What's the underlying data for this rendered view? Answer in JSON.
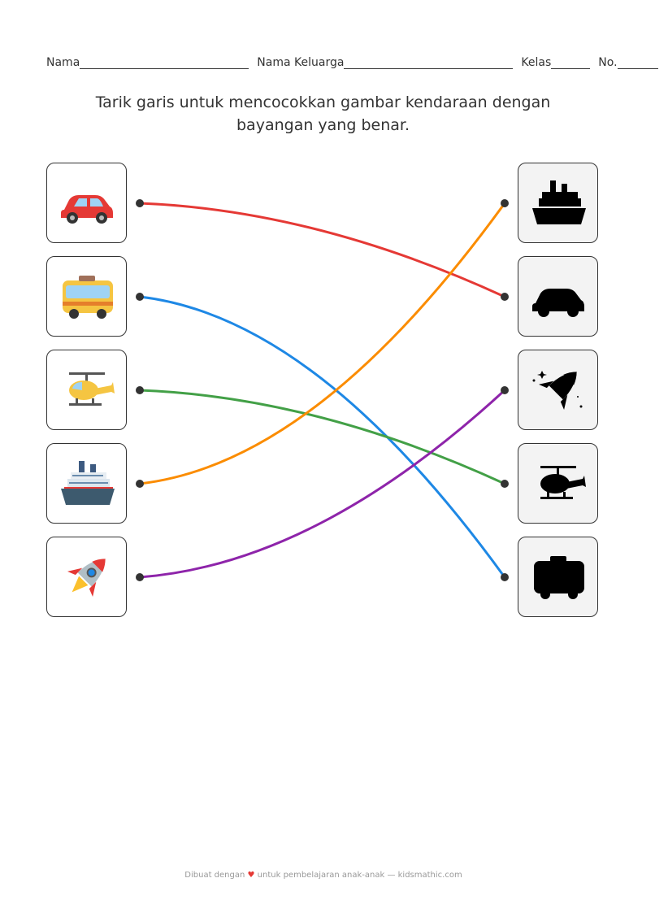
{
  "header": {
    "name_label": "Nama",
    "family_label": "Nama Keluarga",
    "class_label": "Kelas",
    "number_label": "No."
  },
  "instruction": "Tarik garis untuk mencocokkan gambar kendaraan dengan bayangan yang benar.",
  "left_items": [
    {
      "icon": "car-icon"
    },
    {
      "icon": "bus-icon"
    },
    {
      "icon": "helicopter-icon"
    },
    {
      "icon": "ship-icon"
    },
    {
      "icon": "rocket-icon"
    }
  ],
  "right_items": [
    {
      "icon": "ship-silhouette-icon"
    },
    {
      "icon": "car-silhouette-icon"
    },
    {
      "icon": "rocket-silhouette-icon"
    },
    {
      "icon": "helicopter-silhouette-icon"
    },
    {
      "icon": "bus-silhouette-icon"
    }
  ],
  "matches": [
    {
      "from": 0,
      "to": 1,
      "color": "#e53935"
    },
    {
      "from": 1,
      "to": 4,
      "color": "#1e88e5"
    },
    {
      "from": 2,
      "to": 3,
      "color": "#43a047"
    },
    {
      "from": 3,
      "to": 0,
      "color": "#fb8c00"
    },
    {
      "from": 4,
      "to": 2,
      "color": "#8e24aa"
    }
  ],
  "footer": {
    "prefix": "Dibuat dengan",
    "heart": "♥",
    "suffix": "untuk pembelajaran anak-anak — kidsmathic.com"
  }
}
